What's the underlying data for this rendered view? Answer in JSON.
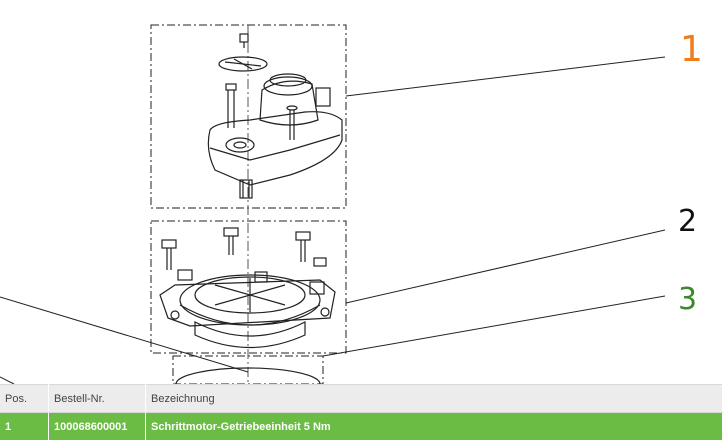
{
  "callouts": [
    {
      "label": "1",
      "color": "#f07c1e"
    },
    {
      "label": "2",
      "color": "#111111"
    },
    {
      "label": "3",
      "color": "#3b8a2a"
    }
  ],
  "table": {
    "headers": {
      "pos": "Pos.",
      "order_no": "Bestell-Nr.",
      "description": "Bezeichnung"
    },
    "rows": [
      {
        "pos": "1",
        "order_no": "100068600001",
        "description": "Schrittmotor-Getriebeeinheit 5 Nm"
      }
    ],
    "selected_row_color": "#6abc45"
  }
}
